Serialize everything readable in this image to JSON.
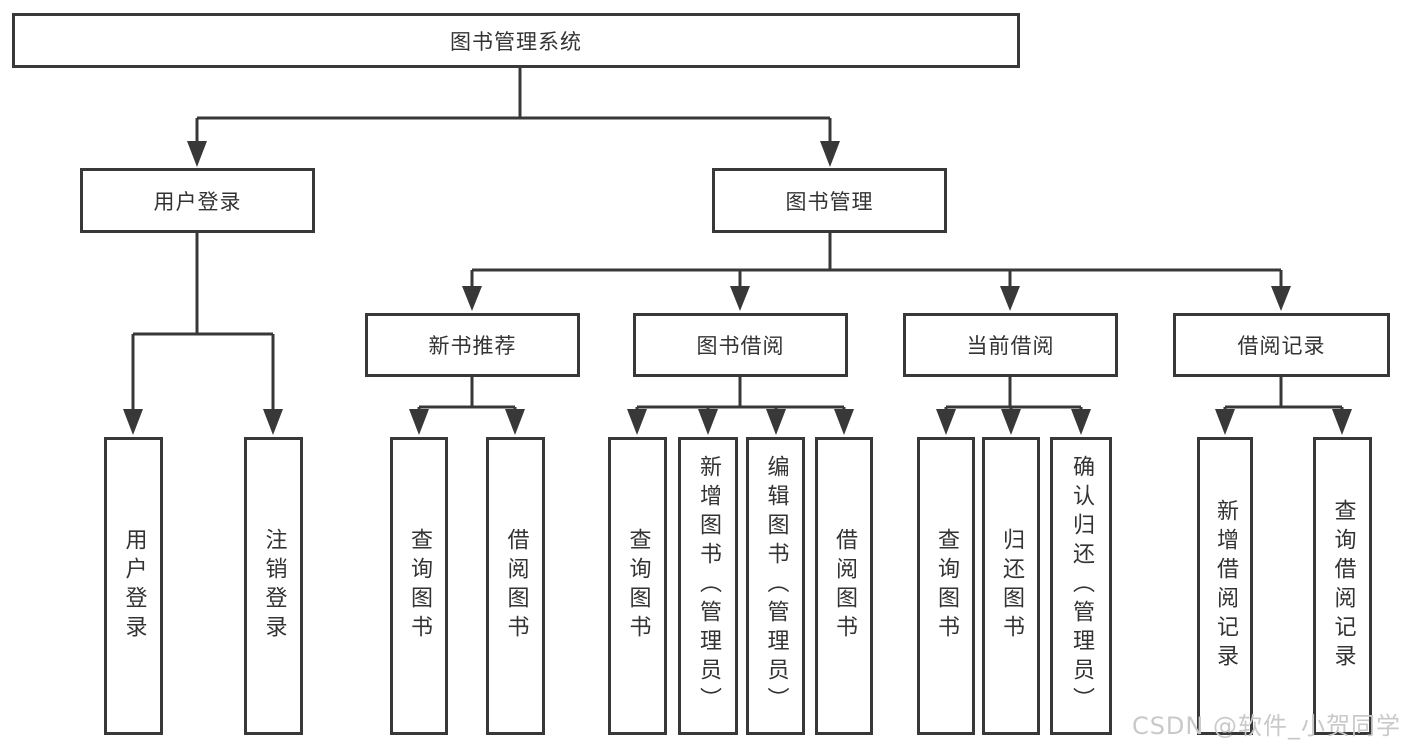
{
  "colors": {
    "line": "#383838",
    "box_border": "#383838",
    "box_fill": "#ffffff",
    "text": "#333333",
    "background": "#ffffff",
    "watermark": "#c9c9c9"
  },
  "watermark": {
    "text": "CSDN @软件_小贺同学"
  },
  "tree": {
    "root": "图书管理系统",
    "branches": [
      {
        "label": "用户登录",
        "children": [
          "用户登录",
          "注销登录"
        ]
      },
      {
        "label": "图书管理",
        "groups": [
          {
            "label": "新书推荐",
            "children": [
              "查询图书",
              "借阅图书"
            ]
          },
          {
            "label": "图书借阅",
            "children": [
              "查询图书",
              "新增图书（管理员）",
              "编辑图书（管理员）",
              "借阅图书"
            ]
          },
          {
            "label": "当前借阅",
            "children": [
              "查询图书",
              "归还图书",
              "确认归还（管理员）"
            ]
          },
          {
            "label": "借阅记录",
            "children": [
              "新增借阅记录",
              "查询借阅记录"
            ]
          }
        ]
      }
    ]
  }
}
